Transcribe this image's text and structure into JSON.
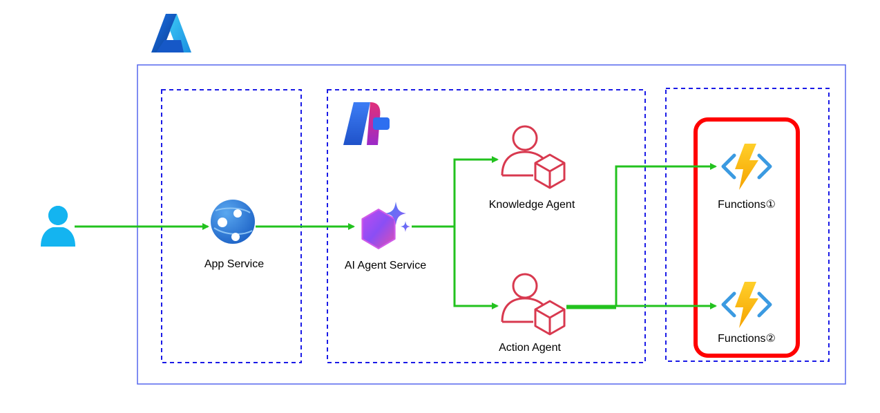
{
  "diagram": {
    "type": "architecture",
    "nodes": {
      "user": {
        "icon": "user-icon",
        "label": ""
      },
      "app_service": {
        "icon": "app-service-icon",
        "label": "App Service"
      },
      "ai_agent_service": {
        "icon": "ai-agent-service-icon",
        "label": "AI Agent Service"
      },
      "knowledge_agent": {
        "icon": "agent-icon",
        "label": "Knowledge Agent"
      },
      "action_agent": {
        "icon": "agent-icon",
        "label": "Action Agent"
      },
      "functions_1": {
        "icon": "azure-functions-icon",
        "label": "Functions①"
      },
      "functions_2": {
        "icon": "azure-functions-icon",
        "label": "Functions②"
      }
    },
    "groups": [
      {
        "name": "azure-cloud",
        "logo": "azure-logo-icon",
        "border": "solid",
        "contains": [
          "app-service-group",
          "ai-foundry-group",
          "functions-group"
        ]
      },
      {
        "name": "app-service-group",
        "border": "dashed",
        "contains": [
          "app_service"
        ]
      },
      {
        "name": "ai-foundry-group",
        "logo": "ai-foundry-logo-icon",
        "border": "dashed",
        "contains": [
          "ai_agent_service",
          "knowledge_agent",
          "action_agent"
        ]
      },
      {
        "name": "functions-group",
        "border": "dashed",
        "contains": [
          "functions_1",
          "functions_2"
        ],
        "highlight": "red-rounded-box"
      }
    ],
    "edges": [
      {
        "from": "user",
        "to": "app_service"
      },
      {
        "from": "app_service",
        "to": "ai_agent_service"
      },
      {
        "from": "ai_agent_service",
        "to": "knowledge_agent"
      },
      {
        "from": "ai_agent_service",
        "to": "action_agent"
      },
      {
        "from": "action_agent",
        "to": "functions_1"
      },
      {
        "from": "action_agent",
        "to": "functions_2"
      }
    ],
    "colors": {
      "edge": "#22c21e",
      "outer_border": "#5566ee",
      "group_border": "#1a1ae6",
      "highlight": "#ff0000",
      "agent": "#d8394f",
      "user": "#14b4f0"
    }
  }
}
